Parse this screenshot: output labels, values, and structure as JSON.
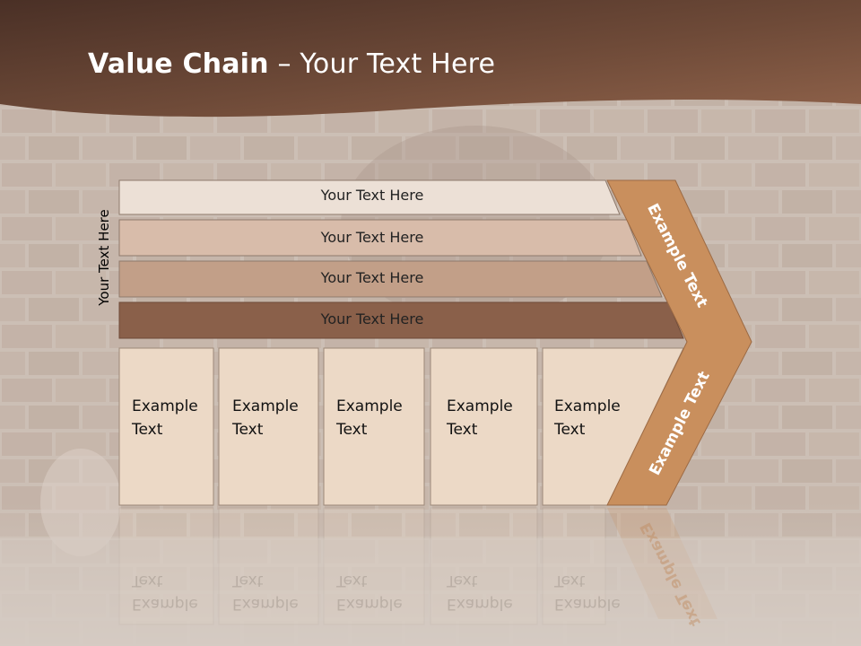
{
  "colors": {
    "header_dark": "#4f3428",
    "header_light": "#8a5f46",
    "bar1": "#ece0d6",
    "bar2": "#d8bcaa",
    "bar3": "#c29f88",
    "bar4": "#8a604a",
    "cell": "#ecd9c6",
    "chevron": "#c98f5d",
    "wall": "#c7bbb1"
  },
  "title": {
    "bold": "Value Chain",
    "rest": " – Your Text Here"
  },
  "vertical_label": "Your Text Here",
  "bars": [
    "Your Text Here",
    "Your Text Here",
    "Your Text Here",
    "Your Text Here"
  ],
  "cells": [
    {
      "line1": "Example",
      "line2": "Text"
    },
    {
      "line1": "Example",
      "line2": "Text"
    },
    {
      "line1": "Example",
      "line2": "Text"
    },
    {
      "line1": "Example",
      "line2": "Text"
    },
    {
      "line1": "Example",
      "line2": "Text"
    }
  ],
  "chevron": {
    "upper": "Example Text",
    "lower": "Example Text"
  }
}
